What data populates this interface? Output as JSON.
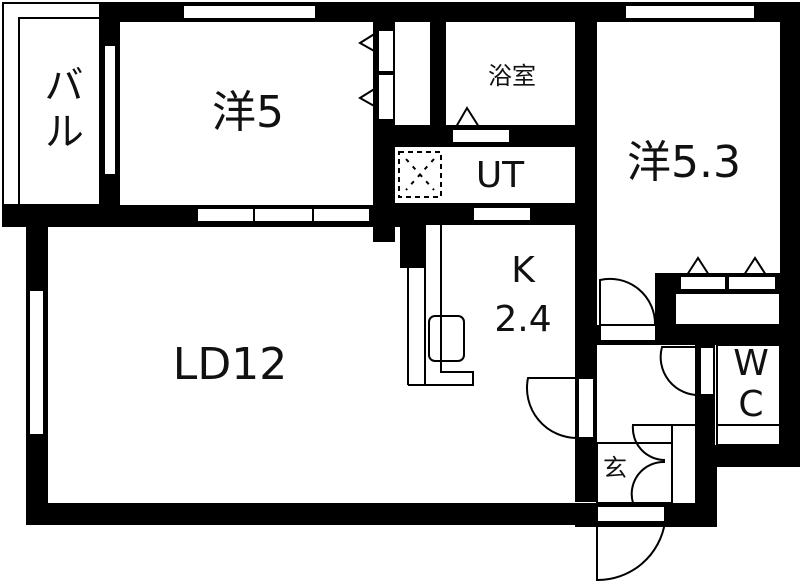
{
  "floor_plan": {
    "type": "apartment floor plan (1LDK+)",
    "rooms": [
      {
        "id": "balcony",
        "label": "バル",
        "meaning": "Balcony"
      },
      {
        "id": "western_room_1",
        "label": "洋5",
        "meaning": "Western-style room 5 jo"
      },
      {
        "id": "bathroom",
        "label": "浴室",
        "meaning": "Bathroom"
      },
      {
        "id": "utility",
        "label": "UT",
        "meaning": "Utility / washroom"
      },
      {
        "id": "western_room_2",
        "label": "洋5.3",
        "meaning": "Western-style room 5.3 jo"
      },
      {
        "id": "living_dining",
        "label": "LD12",
        "meaning": "Living-dining 12 jo"
      },
      {
        "id": "kitchen",
        "label_line1": "K",
        "label_line2": "2.4",
        "meaning": "Kitchen 2.4 jo"
      },
      {
        "id": "toilet",
        "label_line1": "W",
        "label_line2": "C",
        "meaning": "Water closet"
      },
      {
        "id": "entrance",
        "label": "玄",
        "meaning": "Entrance (genkan)"
      }
    ],
    "colors": {
      "wall": "#000000",
      "background": "#ffffff",
      "line": "#111111"
    }
  }
}
